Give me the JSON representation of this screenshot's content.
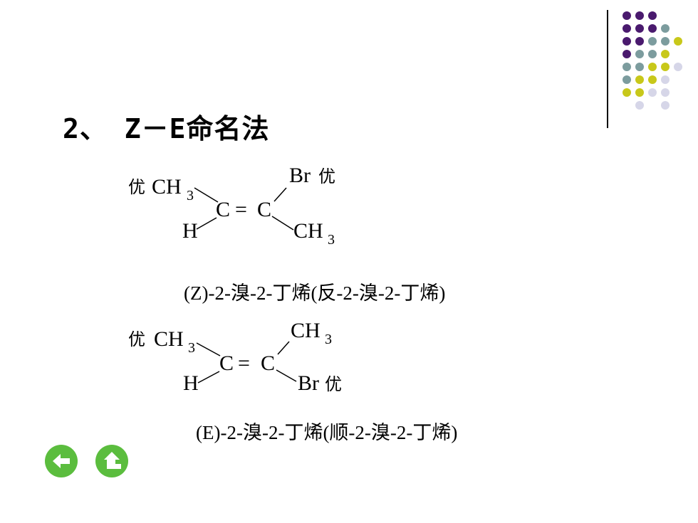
{
  "slide": {
    "title": "2、 Z－E命名法",
    "molecule_z": {
      "top_left": "CH",
      "top_left_sub": "3",
      "top_left_tag": "优",
      "bottom_left": "H",
      "c_left": "C",
      "double_bond": "=",
      "c_right": "C",
      "top_right": "Br",
      "top_right_tag": "优",
      "bottom_right": "CH",
      "bottom_right_sub": "3"
    },
    "caption_z": "(Z)-2-溴-2-丁烯(反-2-溴-2-丁烯)",
    "molecule_e": {
      "top_left": "CH",
      "top_left_sub": "3",
      "top_left_tag": "优",
      "bottom_left": "H",
      "c_left": "C",
      "double_bond": "=",
      "c_right": "C",
      "top_right": "CH",
      "top_right_sub": "3",
      "bottom_right": "Br",
      "bottom_right_tag": "优"
    },
    "caption_e": "(E)-2-溴-2-丁烯(顺-2-溴-2-丁烯)"
  },
  "navigation": {
    "back_icon": "left-arrow-icon",
    "home_icon": "up-arrow-icon",
    "button_color": "#5bbd3e"
  },
  "decoration": {
    "colors": [
      "#4a1a6e",
      "#7c9c9e",
      "#c8c81a",
      "#d6d6e8"
    ]
  }
}
